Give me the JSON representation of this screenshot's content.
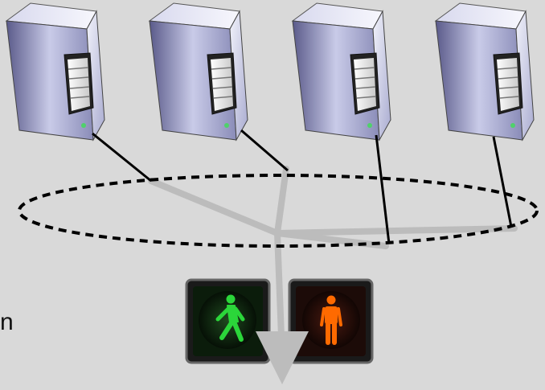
{
  "servers": [
    {
      "icon": "server-tower-icon"
    },
    {
      "icon": "server-tower-icon"
    },
    {
      "icon": "server-tower-icon"
    },
    {
      "icon": "server-tower-icon"
    }
  ],
  "network_ring": {
    "style": "dashed-ellipse",
    "color": "#000000"
  },
  "backbone": {
    "color": "#bcbcbc"
  },
  "signals": [
    {
      "icon": "walk-signal-icon",
      "state": "go",
      "color": "#2bd63a"
    },
    {
      "icon": "stop-signal-icon",
      "state": "stop",
      "color": "#ff6a00"
    }
  ],
  "edge_text": "n"
}
